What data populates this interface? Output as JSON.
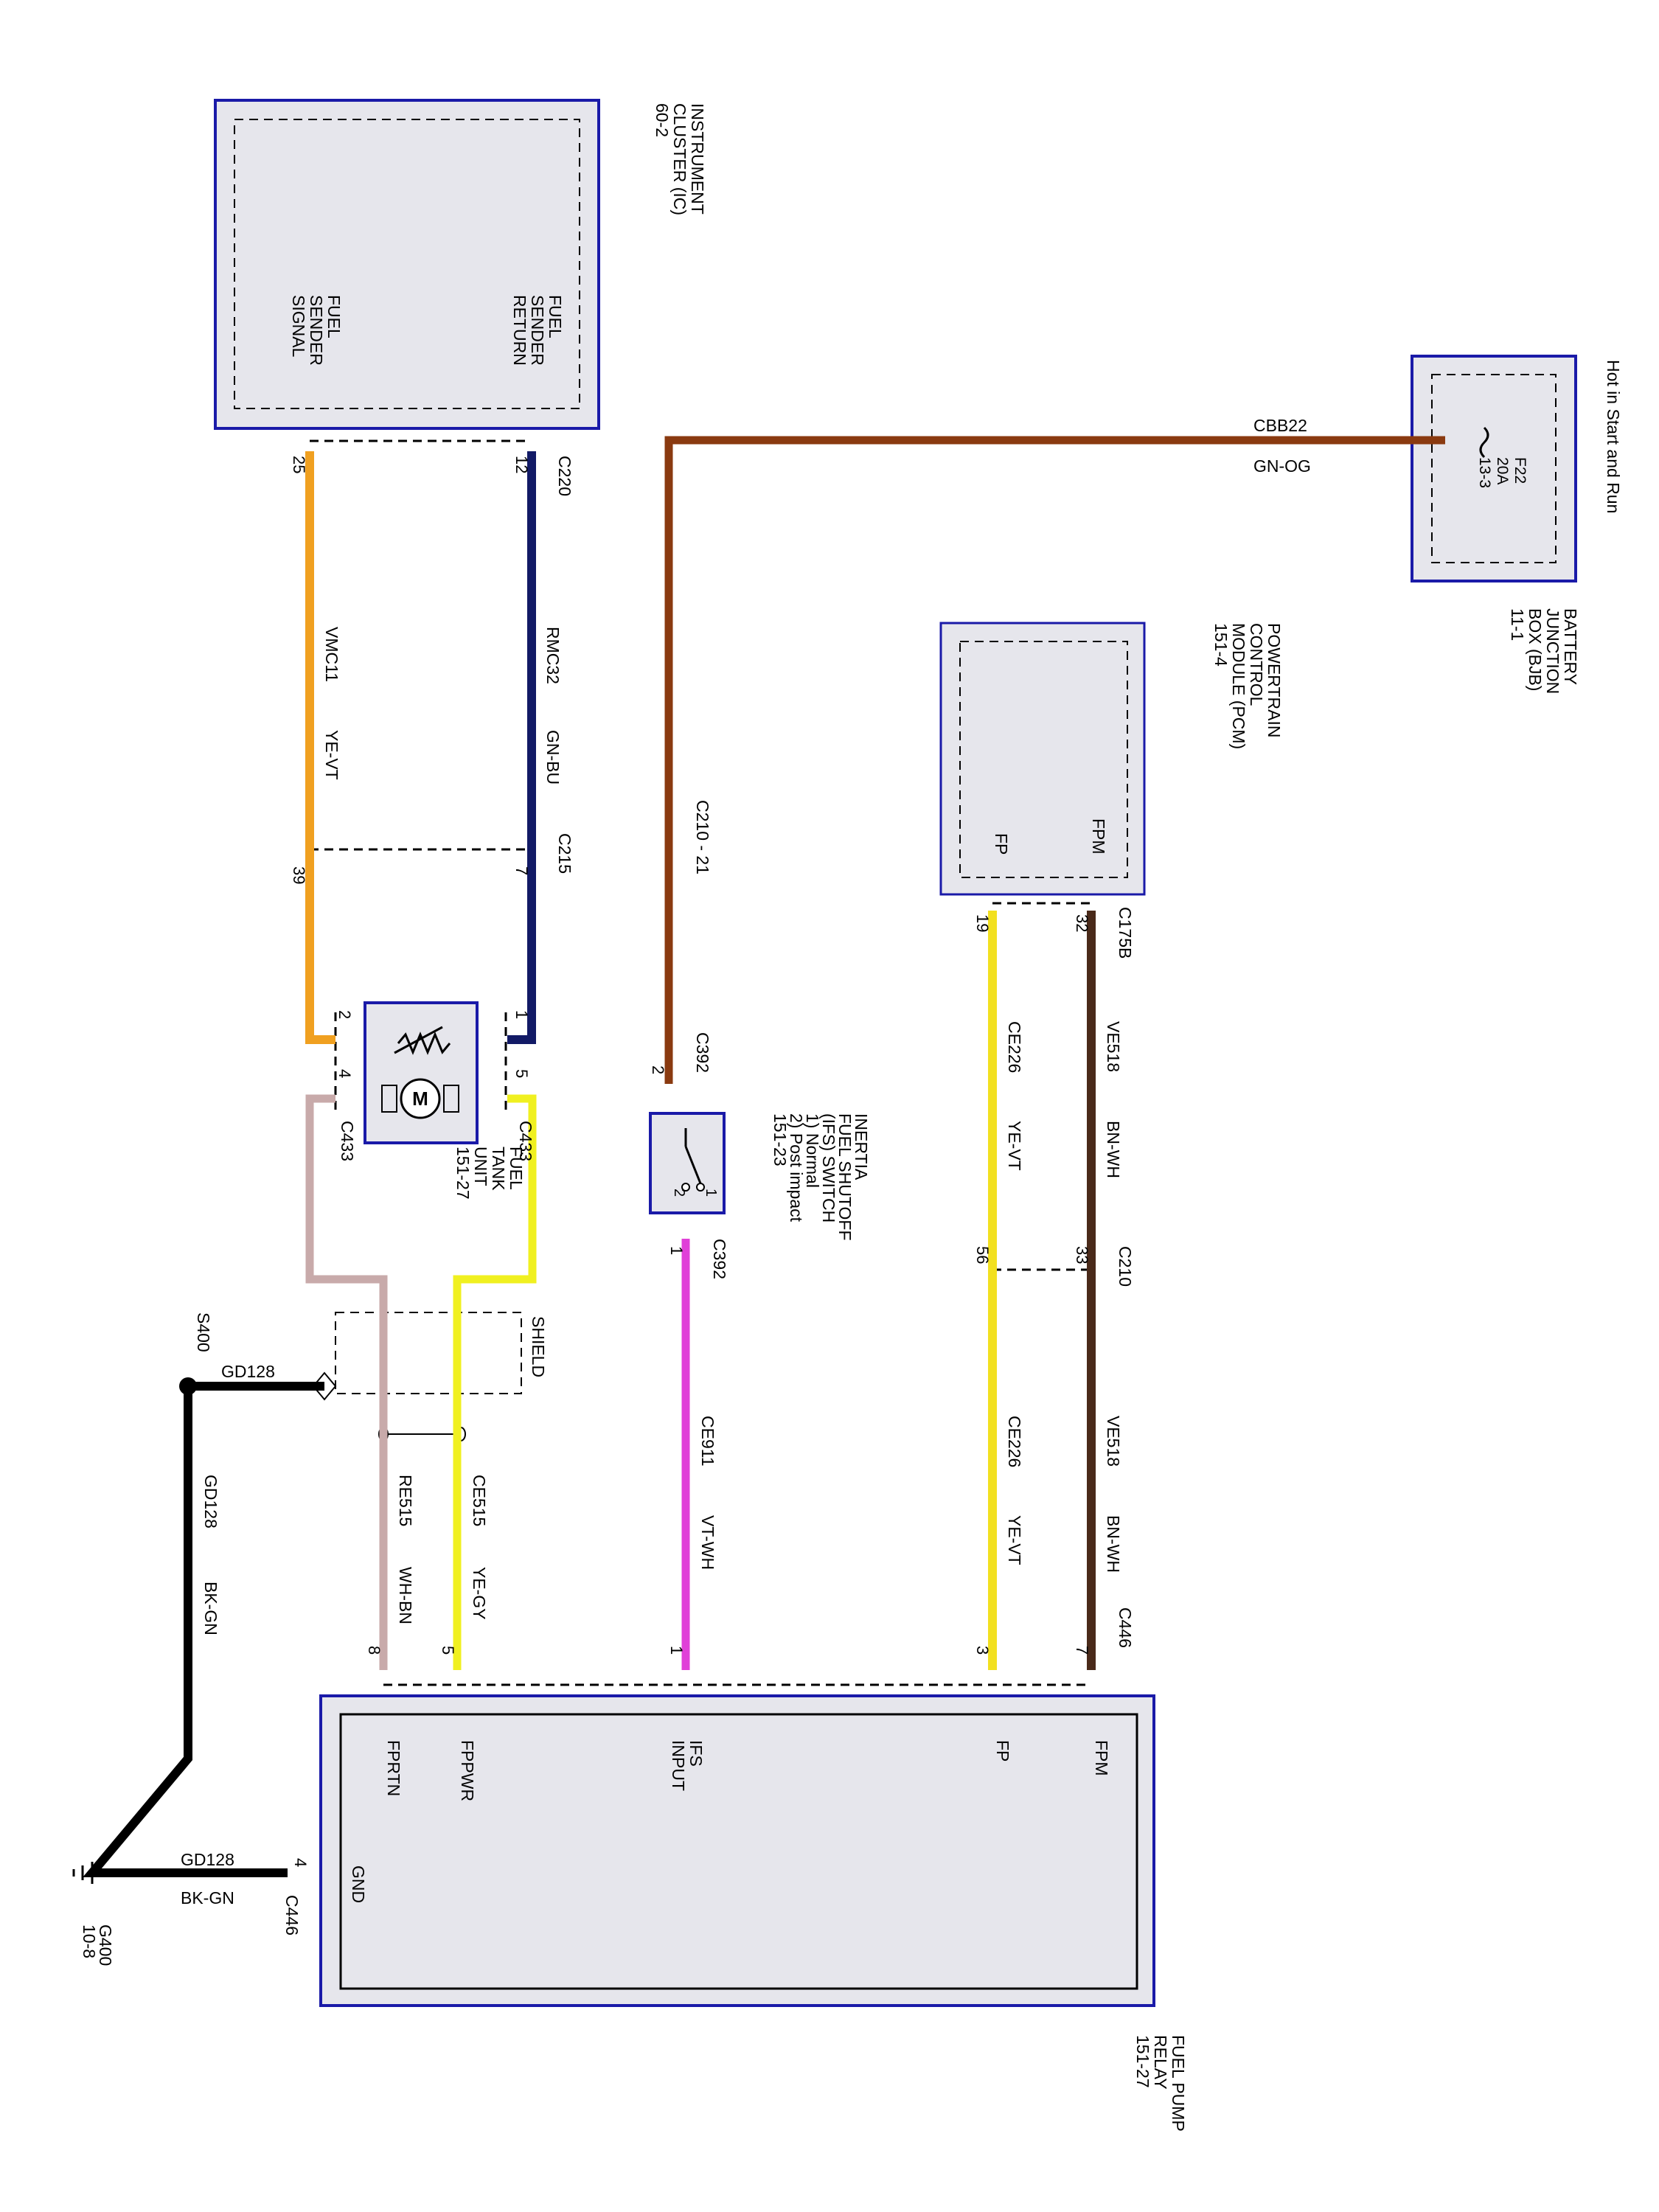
{
  "components": {
    "ic": {
      "name_lines": [
        "INSTRUMENT",
        "CLUSTER (IC)",
        "60-2"
      ],
      "pin_return_lines": [
        "FUEL",
        "SENDER",
        "RETURN"
      ],
      "pin_signal_lines": [
        "FUEL",
        "SENDER",
        "SIGNAL"
      ]
    },
    "bjb": {
      "name_lines": [
        "BATTERY",
        "JUNCTION",
        "BOX (BJB)",
        "11-1"
      ],
      "hot": "Hot in Start and Run",
      "fuse_lines": [
        "F22",
        "20A",
        "13-3"
      ]
    },
    "pcm": {
      "name_lines": [
        "POWERTRAIN",
        "CONTROL",
        "MODULE (PCM)",
        "151-4"
      ],
      "pin_fpm": "FPM",
      "pin_fp": "FP"
    },
    "ifs": {
      "name_lines": [
        "INERTIA",
        "FUEL SHUTOFF",
        "(IFS) SWITCH",
        "1) Normal",
        "2) Post impact",
        "151-23"
      ],
      "contact_1": "1",
      "contact_2": "2"
    },
    "ftu": {
      "name_lines": [
        "FUEL",
        "TANK",
        "UNIT",
        "151-27"
      ],
      "motor": "M"
    },
    "fpr": {
      "name_lines": [
        "FUEL PUMP",
        "RELAY",
        "151-27"
      ],
      "pins": [
        "FPM",
        "FP",
        "IFS",
        "INPUT",
        "FPPWR",
        "FPRTN",
        "GND"
      ]
    }
  },
  "connectors": {
    "c220": "C220",
    "c215": "C215",
    "c433": "C433",
    "c392": "C392",
    "c210": "C210",
    "c210_21": "C210 - 21",
    "c175b": "C175B",
    "c446": "C446",
    "s400": "S400",
    "g400_lines": [
      "G400",
      "10-8"
    ],
    "shield": "SHIELD"
  },
  "wires": {
    "cbb22": {
      "circuit": "CBB22",
      "color": "GN-OG",
      "stroke": "#8a3a10"
    },
    "rmc32": {
      "circuit": "RMC32",
      "color": "GN-BU",
      "stroke": "#121a66"
    },
    "vmc11": {
      "circuit": "VMC11",
      "color": "YE-VT",
      "stroke": "#f0a020"
    },
    "ve518_top": {
      "circuit": "VE518",
      "color": "BN-WH",
      "stroke": "#4a2a1a"
    },
    "ce226_top": {
      "circuit": "CE226",
      "color": "YE-VT",
      "stroke": "#f2e020"
    },
    "ve518_bot": {
      "circuit": "VE518",
      "color": "BN-WH"
    },
    "ce226_bot": {
      "circuit": "CE226",
      "color": "YE-VT"
    },
    "ce911": {
      "circuit": "CE911",
      "color": "VT-WH",
      "stroke": "#e040d8"
    },
    "ce515": {
      "circuit": "CE515",
      "color": "YE-GY",
      "stroke": "#f0f020"
    },
    "re515": {
      "circuit": "RE515",
      "color": "WH-BN",
      "stroke": "#c8aaaa"
    },
    "gd128_a": {
      "circuit": "GD128"
    },
    "gd128_b": {
      "circuit": "GD128",
      "color": "BK-GN"
    },
    "gd128_c": {
      "circuit": "GD128",
      "color": "BK-GN"
    }
  },
  "pin_numbers": {
    "p12": "12",
    "p25": "25",
    "p7": "7",
    "p39": "39",
    "p1": "1",
    "p2": "2",
    "p5": "5",
    "p4": "4",
    "p2b": "2",
    "p1b": "1",
    "p32": "32",
    "p19": "19",
    "p33": "33",
    "p56": "56",
    "p7b": "7",
    "p3": "3",
    "p1c": "1",
    "p5b": "5",
    "p8": "8",
    "p4b": "4"
  },
  "colors": {
    "module_border": "#1a1aa8",
    "module_fill": "#e6e6ec",
    "ground": "#000000"
  }
}
